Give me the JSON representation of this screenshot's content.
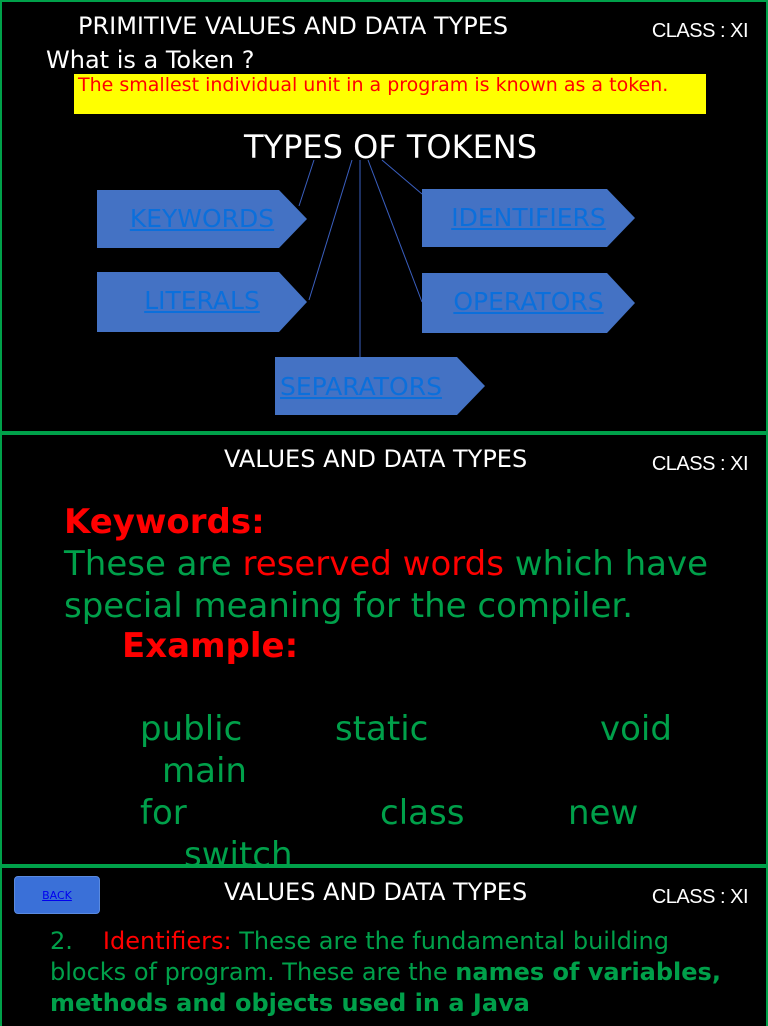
{
  "slide1": {
    "title": "PRIMITIVE VALUES AND DATA TYPES",
    "class_label": "CLASS : XI",
    "question": "What is a Token ?",
    "definition": "The smallest individual unit in a program is known as a token.",
    "types_heading": "TYPES OF TOKENS",
    "tokens": {
      "keywords": "KEYWORDS",
      "identifiers": "IDENTIFIERS",
      "literals": "LITERALS",
      "operators": "OPERATORS",
      "separators": "SEPARATORS"
    },
    "colors": {
      "shape_fill": "#4472c4",
      "link_text": "#0b6fdb",
      "definition_bg": "#ffff00",
      "definition_text": "#ff0000"
    }
  },
  "slide2": {
    "title": "VALUES AND DATA TYPES",
    "class_label": "CLASS : XI",
    "keywords_heading": "Keywords:",
    "text_part1": "These are ",
    "text_highlight": "reserved words",
    "text_part2": " which have special meaning for the compiler.",
    "example_heading": "Example:",
    "examples": [
      "public",
      "static",
      "void",
      "main",
      "for",
      "class",
      "new",
      "switch"
    ]
  },
  "slide3": {
    "back_label": "BACK",
    "title": "VALUES AND DATA TYPES",
    "class_label": "CLASS : XI",
    "number": "2.",
    "term": "Identifiers:",
    "text_part1": " These are the fundamental building blocks of program. These are the ",
    "text_bold": "names of variables, methods and objects used in a Java"
  },
  "theme": {
    "border": "#00a04a",
    "green_text": "#00a04a",
    "red_text": "#ff0000",
    "background": "#000000"
  }
}
